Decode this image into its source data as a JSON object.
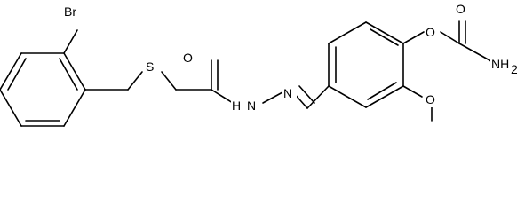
{
  "molecule": {
    "atom_labels": {
      "bromine": "Br",
      "sulfur": "S",
      "amide_oxygen_left": "O",
      "hydrazide_nh": "N",
      "hydrazide_h": "H",
      "imine_nitrogen": "N",
      "ether_oxygen": "O",
      "methoxy_oxygen": "O",
      "amide_oxygen_right": "O",
      "amine_nh2": "NH",
      "amine_subscript": "2"
    }
  }
}
